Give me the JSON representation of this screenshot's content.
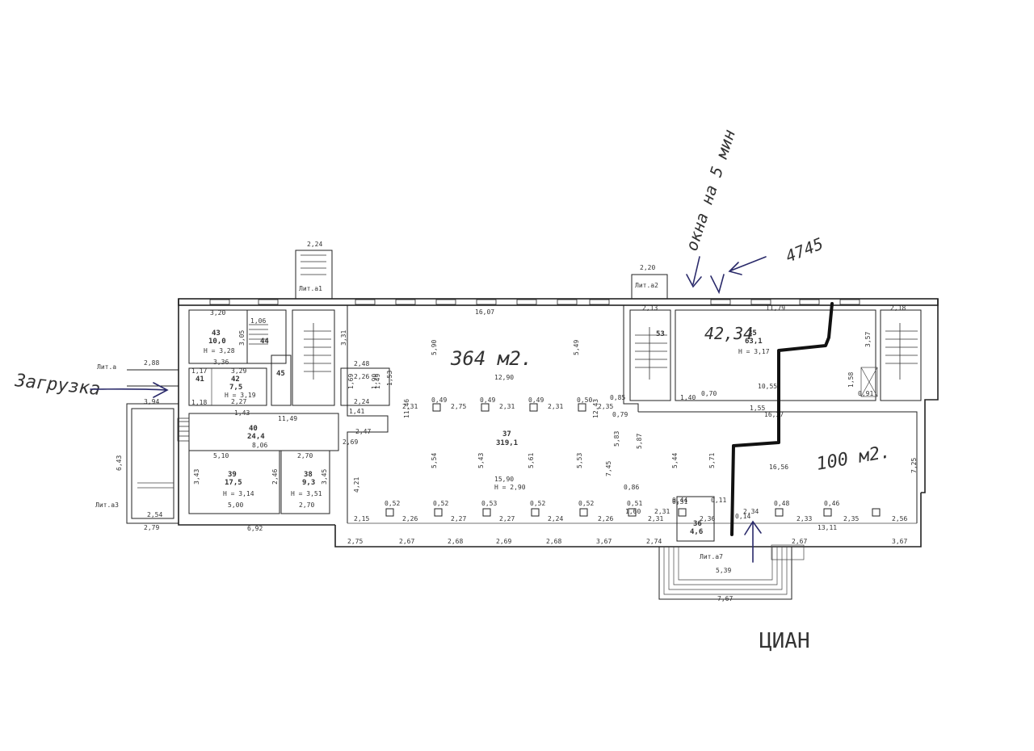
{
  "plan": {
    "rooms": [
      {
        "num": "43",
        "area": "10,0",
        "height": "H = 3,28"
      },
      {
        "num": "44",
        "area": ""
      },
      {
        "num": "42",
        "area": "7,5",
        "height": "H = 3,19"
      },
      {
        "num": "41",
        "area": ""
      },
      {
        "num": "45",
        "area": ""
      },
      {
        "num": "40",
        "area": "24,4",
        "height": ""
      },
      {
        "num": "39",
        "area": "17,5",
        "height": "H = 3,14"
      },
      {
        "num": "38",
        "area": "9,3",
        "height": "H = 3,51"
      },
      {
        "num": "37",
        "area": "319,1",
        "height": "H = 2,90"
      },
      {
        "num": "53",
        "area": ""
      },
      {
        "num": "35",
        "area": "63,1",
        "height": "H = 3,17"
      },
      {
        "num": "36",
        "area": "4,6",
        "height": ""
      }
    ],
    "stair_labels": [
      "Лит.а1",
      "Лит.а2",
      "Лит.а",
      "Лит.а3",
      "Лит.а7"
    ],
    "dims": {
      "top_left_stair": "2,24",
      "top_long": "16,07",
      "top_right_stair": "2,20",
      "right_room_top": "11,79",
      "right_stair": "2,18",
      "stair53_top": "2,13",
      "loading_top": "2,88",
      "loading_bottom": "3,94",
      "left_bottom": "2,79",
      "left_small": "2,54",
      "mid_bottom": "6,92",
      "room39_bottom": "5,00",
      "room38_bottom": "2,70",
      "room43_top": "3,20",
      "big_top_inner": "12,90",
      "big_mid": "15,90",
      "right_mid": "16,56",
      "right_low": "13,11",
      "right_upper": "16,37",
      "room35_lower": "10,55",
      "room40_top": "11,49",
      "room40_inner": "8,06",
      "room39_top": "5,10",
      "room38_top": "2,70",
      "left_vert": "6,43",
      "bottom_ext": "5,39",
      "bottom_ext2": "7,67",
      "bottom_run": [
        "2,75",
        "2,67",
        "2,68",
        "2,69",
        "2,68",
        "3,67",
        "2,74",
        "2,67",
        "3,67"
      ],
      "column_row_top": [
        "2,31",
        "2,75",
        "2,31",
        "2,31",
        "2,35"
      ],
      "column_row_bottom": [
        "2,15",
        "2,26",
        "2,27",
        "2,27",
        "2,24",
        "2,26",
        "2,31",
        "2,36",
        "2,33",
        "2,35",
        "2,56"
      ],
      "col_size_top": [
        "0,49",
        "0,49",
        "0,49",
        "0,50"
      ],
      "col_size_bottom": [
        "0,52",
        "0,52",
        "0,53",
        "0,52",
        "0,52",
        "0,51",
        "0,48",
        "0,46"
      ],
      "vertical": [
        "5,90",
        "5,49",
        "5,54",
        "5,43",
        "5,61",
        "5,53",
        "5,44",
        "5,71",
        "5,87",
        "5,83",
        "7,45",
        "7,25",
        "12,43",
        "11,46",
        "3,05",
        "3,43",
        "3,31",
        "4,21",
        "2,46",
        "3,45",
        "3,57",
        "1,49",
        "1,90",
        "1,53",
        "1,69",
        "1,58"
      ],
      "small": [
        "1,06",
        "3,29",
        "3,36",
        "2,27",
        "1,17",
        "1,18",
        "1,43",
        "1,41",
        "2,24",
        "2,48",
        "2,26",
        "2,47",
        "2,69",
        "1,40",
        "0,70",
        "1,55",
        "0,91",
        "0,85",
        "0,79",
        "0,86",
        "1,60",
        "2,31",
        "0,44",
        "0,11",
        "0,14",
        "2,34",
        "0,31"
      ]
    }
  },
  "annotations": {
    "zagruzka": "Загрузка",
    "total_area": "364 м2.",
    "right_area": "42,34",
    "hundred": "100 м2.",
    "window_note": "окна на 5 мин",
    "phone_note": "4745"
  },
  "watermark": "ЦИАН"
}
